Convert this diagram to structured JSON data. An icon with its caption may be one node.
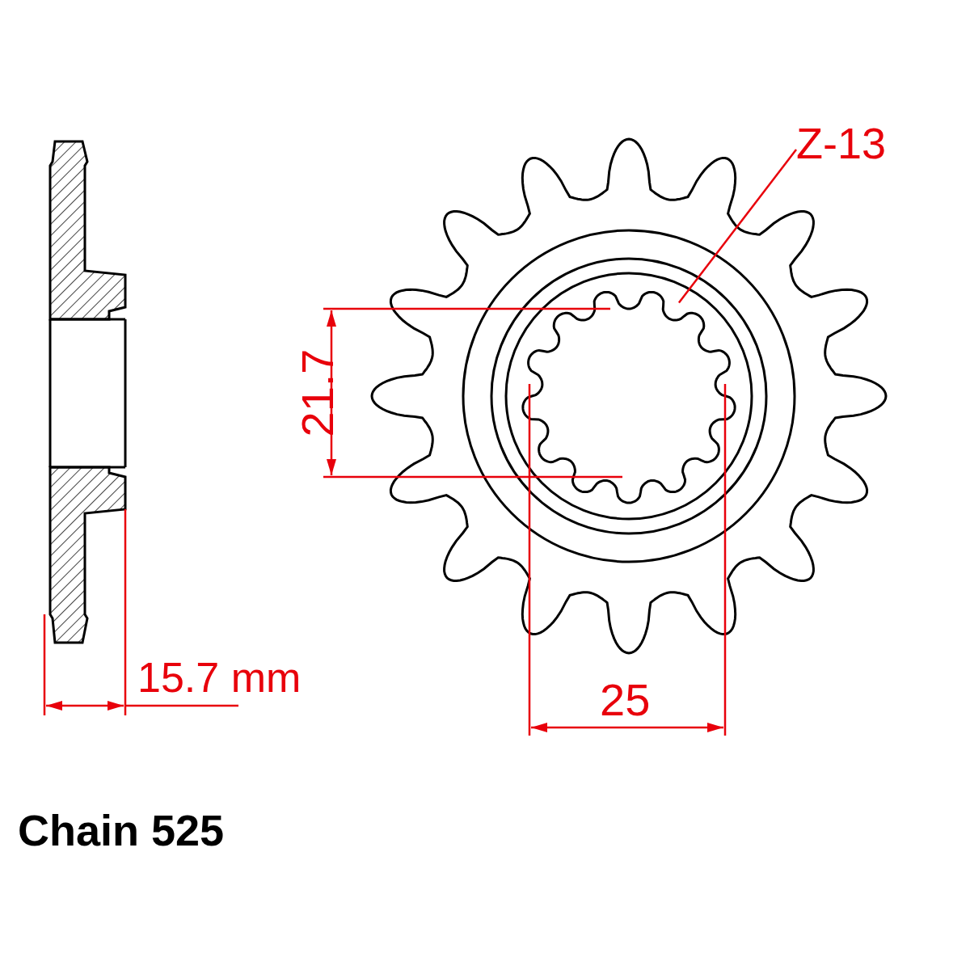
{
  "diagram": {
    "nodes": [
      {
        "text": [
          "Z-13"
        ]
      },
      {
        "text": [],
        "shape": "picture"
      }
    ],
    "edges": [
      {
        "from": 0,
        "to": 1,
        "arrow": "none"
      }
    ],
    "labels": [
      "21.7",
      "25",
      "15.7 mm",
      "Chain 525"
    ]
  }
}
